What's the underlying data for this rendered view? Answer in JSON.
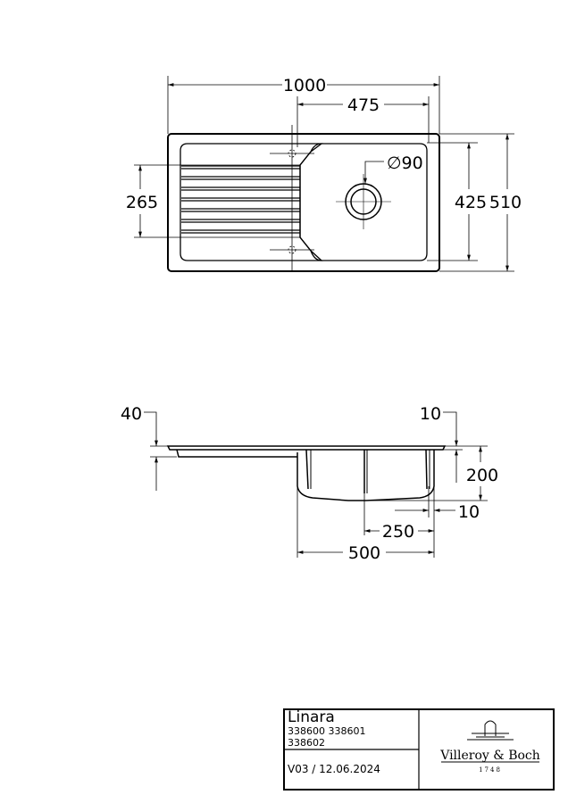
{
  "top_view": {
    "overall_width": "1000",
    "bowl_width": "475",
    "tap_hole_spacing": "265",
    "drain_diameter": "∅90",
    "bowl_depth_dim": "425",
    "overall_depth": "510"
  },
  "side_view": {
    "drainer_height": "40",
    "flange_offset": "10",
    "bowl_depth": "200",
    "wall_offset": "10",
    "drain_offset": "250",
    "bowl_length": "500"
  },
  "title_block": {
    "product_name": "Linara",
    "article_numbers_line1": "338600 338601",
    "article_numbers_line2": "338602",
    "version": "V03 / 12.06.2024",
    "brand": "Villeroy & Boch",
    "brand_year": "1748"
  }
}
